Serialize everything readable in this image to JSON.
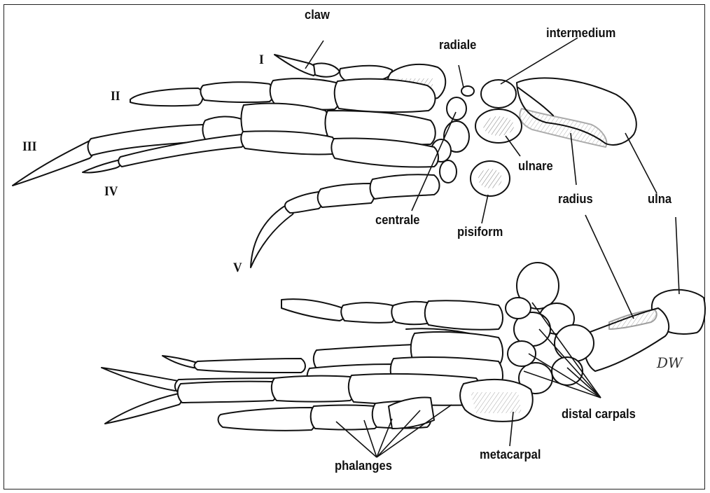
{
  "labels": {
    "claw": "claw",
    "radiale": "radiale",
    "intermedium": "intermedium",
    "digit_I": "I",
    "digit_II": "II",
    "digit_III": "III",
    "digit_IV": "IV",
    "digit_V": "V",
    "ulnare": "ulnare",
    "radius": "radius",
    "ulna": "ulna",
    "centrale": "centrale",
    "pisiform": "pisiform",
    "distal_carpals": "distal carpals",
    "metacarpal": "metacarpal",
    "phalanges": "phalanges"
  },
  "signature": "DW",
  "colors": {
    "ink": "#111111",
    "background": "#ffffff"
  }
}
